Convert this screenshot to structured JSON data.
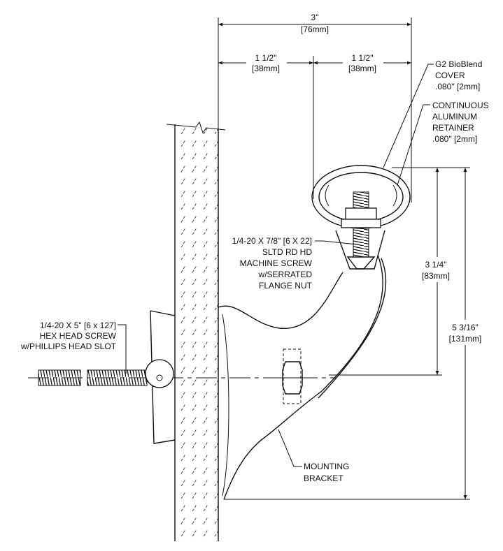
{
  "dimensions": {
    "overall_width": [
      "3\"",
      "[76mm]"
    ],
    "half_width_left": [
      "1 1/2\"",
      "[38mm]"
    ],
    "half_width_right": [
      "1 1/2\"",
      "[38mm]"
    ],
    "cover_to_screw_height": [
      "3 1/4\"",
      "[83mm]"
    ],
    "overall_height": [
      "5 3/16\"",
      "[131mm]"
    ]
  },
  "callouts": {
    "cover": [
      "G2 BioBlend",
      "COVER",
      ".080\" [2mm]"
    ],
    "retainer": [
      "CONTINUOUS",
      "ALUMINUM",
      "RETAINER",
      ".080\" [2mm]"
    ],
    "machine_screw": [
      "1/4-20 X 7/8\" [6 X 22]",
      "SLTD RD HD",
      "MACHINE SCREW",
      "w/SERRATED",
      "FLANGE NUT"
    ],
    "hex_screw": [
      "1/4-20 X 5\" [6 x 127]",
      "HEX HEAD SCREW",
      "w/PHILLIPS HEAD SLOT"
    ],
    "bracket": [
      "MOUNTING",
      "BRACKET"
    ]
  }
}
